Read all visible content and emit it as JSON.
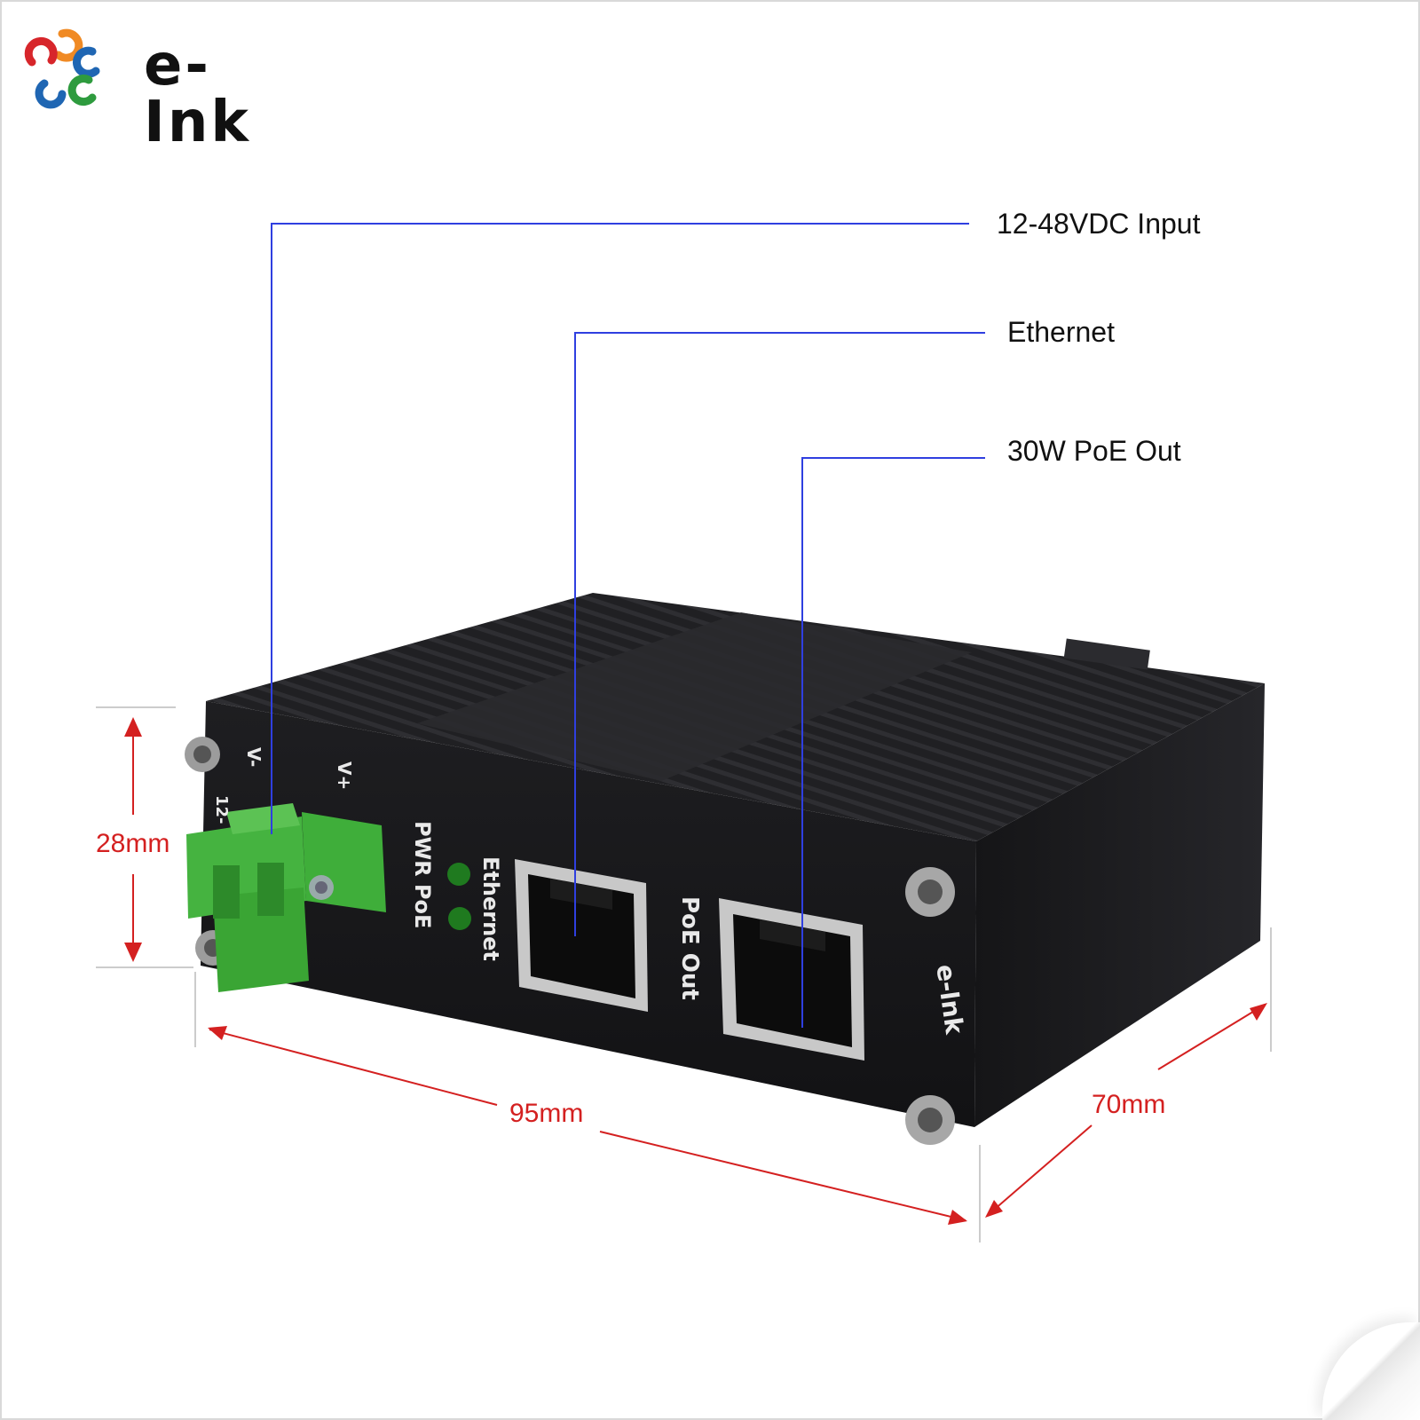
{
  "brand": {
    "name": "e-Ink",
    "device_logo_text": "e-lnk",
    "colors": {
      "orange": "#f08a24",
      "red": "#d7262b",
      "blue": "#1f66b3",
      "green": "#2e9b3e"
    }
  },
  "callouts": {
    "dc_input": "12-48VDC Input",
    "ethernet": "Ethernet",
    "poe_out": "30W PoE Out",
    "line_color": "#2f3fe0"
  },
  "dimensions": {
    "height": "28mm",
    "width": "95mm",
    "depth": "70mm",
    "color": "#d42020"
  },
  "device_labels": {
    "v_minus": "V-",
    "v_plus": "V+",
    "voltage_partial": "12-",
    "pwr_poe": "PWR PoE",
    "ethernet": "Ethernet",
    "poe_out": "PoE Out"
  },
  "colors": {
    "housing": "#1b1b1d",
    "terminal_green": "#3fae3a",
    "led_green": "#1f7a1f"
  }
}
